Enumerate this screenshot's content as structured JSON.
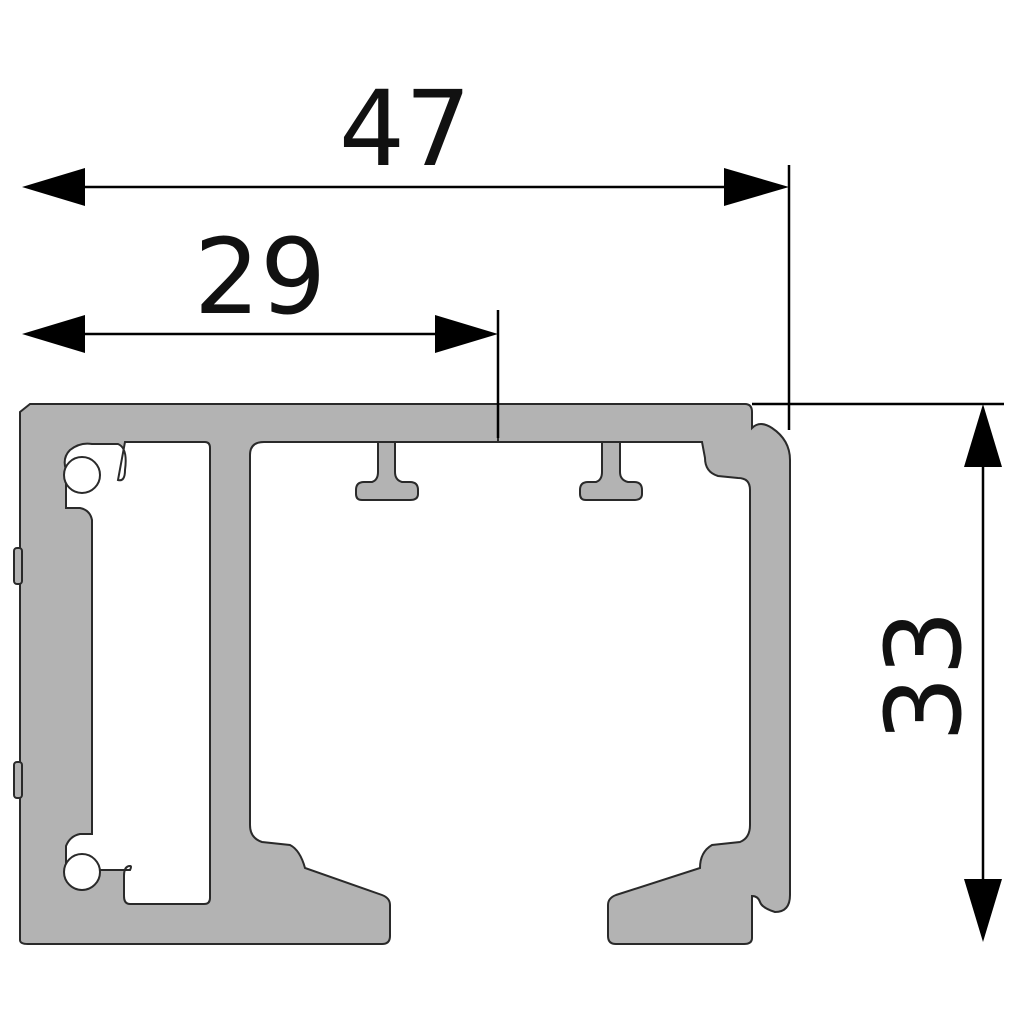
{
  "dimensions": {
    "overall_width": "47",
    "partial_width": "29",
    "height": "33"
  },
  "colors": {
    "profile_fill": "#b3b3b3",
    "profile_stroke": "#2a2a2a",
    "dimension_line": "#000000",
    "background": "#ffffff"
  }
}
